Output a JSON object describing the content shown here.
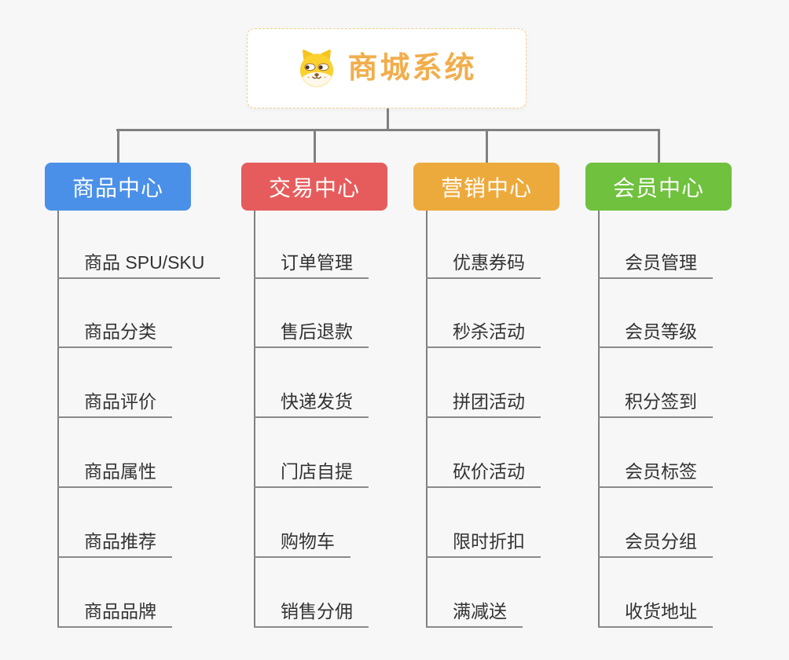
{
  "root": {
    "title": "商城系统",
    "icon": "dog-icon",
    "title_color": "#f1ae4d",
    "border_color": "#f3cd8e"
  },
  "colors": {
    "background": "#f7f7f7",
    "connector_line": "#808080",
    "child_underline": "#8a8a8a",
    "child_text": "#333333"
  },
  "branches": [
    {
      "label": "商品中心",
      "color": "#4b90e8",
      "children": [
        "商品 SPU/SKU",
        "商品分类",
        "商品评价",
        "商品属性",
        "商品推荐",
        "商品品牌"
      ]
    },
    {
      "label": "交易中心",
      "color": "#e65c5c",
      "children": [
        "订单管理",
        "售后退款",
        "快递发货",
        "门店自提",
        "购物车",
        "销售分佣"
      ]
    },
    {
      "label": "营销中心",
      "color": "#edaa3c",
      "children": [
        "优惠券码",
        "秒杀活动",
        "拼团活动",
        "砍价活动",
        "限时折扣",
        "满减送"
      ]
    },
    {
      "label": "会员中心",
      "color": "#6fc13e",
      "children": [
        "会员管理",
        "会员等级",
        "积分签到",
        "会员标签",
        "会员分组",
        "收货地址"
      ]
    }
  ]
}
